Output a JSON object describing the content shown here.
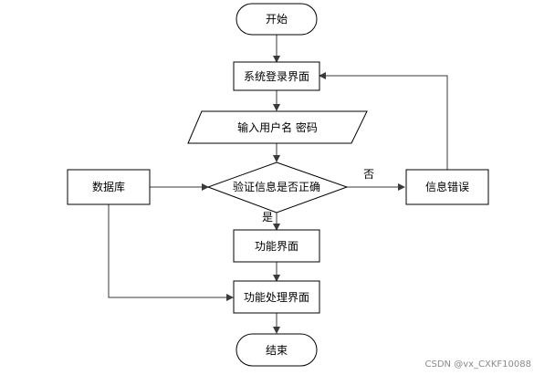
{
  "nodes": {
    "start": "开始",
    "login_screen": "系统登录界面",
    "input_credentials": "输入用户名 密码",
    "verify": "验证信息是否正确",
    "database": "数据库",
    "info_error": "信息错误",
    "function_screen": "功能界面",
    "function_process_screen": "功能处理界面",
    "end": "结束"
  },
  "edge_labels": {
    "no": "否",
    "yes": "是"
  },
  "watermark": "CSDN @vx_CXKF10088"
}
